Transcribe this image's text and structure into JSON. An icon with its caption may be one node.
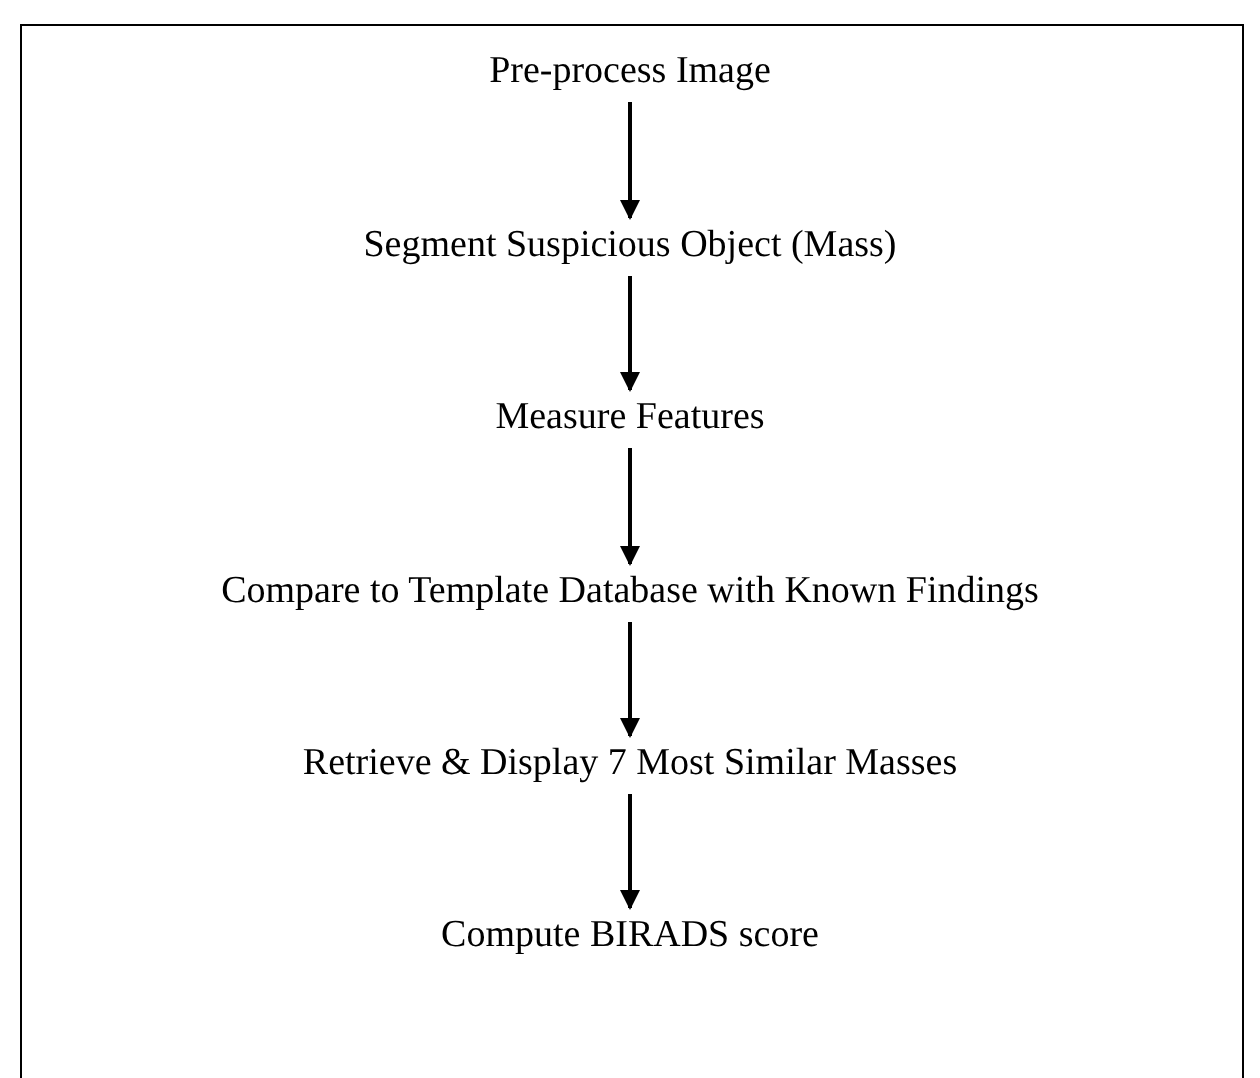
{
  "diagram": {
    "nodes": [
      {
        "text": [
          "Pre-process Image"
        ]
      },
      {
        "text": [
          "Segment Suspicious Object (Mass)"
        ]
      },
      {
        "text": [
          "Measure Features"
        ]
      },
      {
        "text": [
          "Compare to Template Database with Known Findings"
        ]
      },
      {
        "text": [
          "Retrieve & Display 7 Most Similar Masses"
        ]
      },
      {
        "text": [
          "Compute BIRADS score"
        ]
      }
    ],
    "edges": [
      {
        "from": 0,
        "to": 1,
        "arrow": "to"
      },
      {
        "from": 1,
        "to": 2,
        "arrow": "to"
      },
      {
        "from": 2,
        "to": 3,
        "arrow": "to"
      },
      {
        "from": 3,
        "to": 4,
        "arrow": "to"
      },
      {
        "from": 4,
        "to": 5,
        "arrow": "to"
      }
    ]
  }
}
